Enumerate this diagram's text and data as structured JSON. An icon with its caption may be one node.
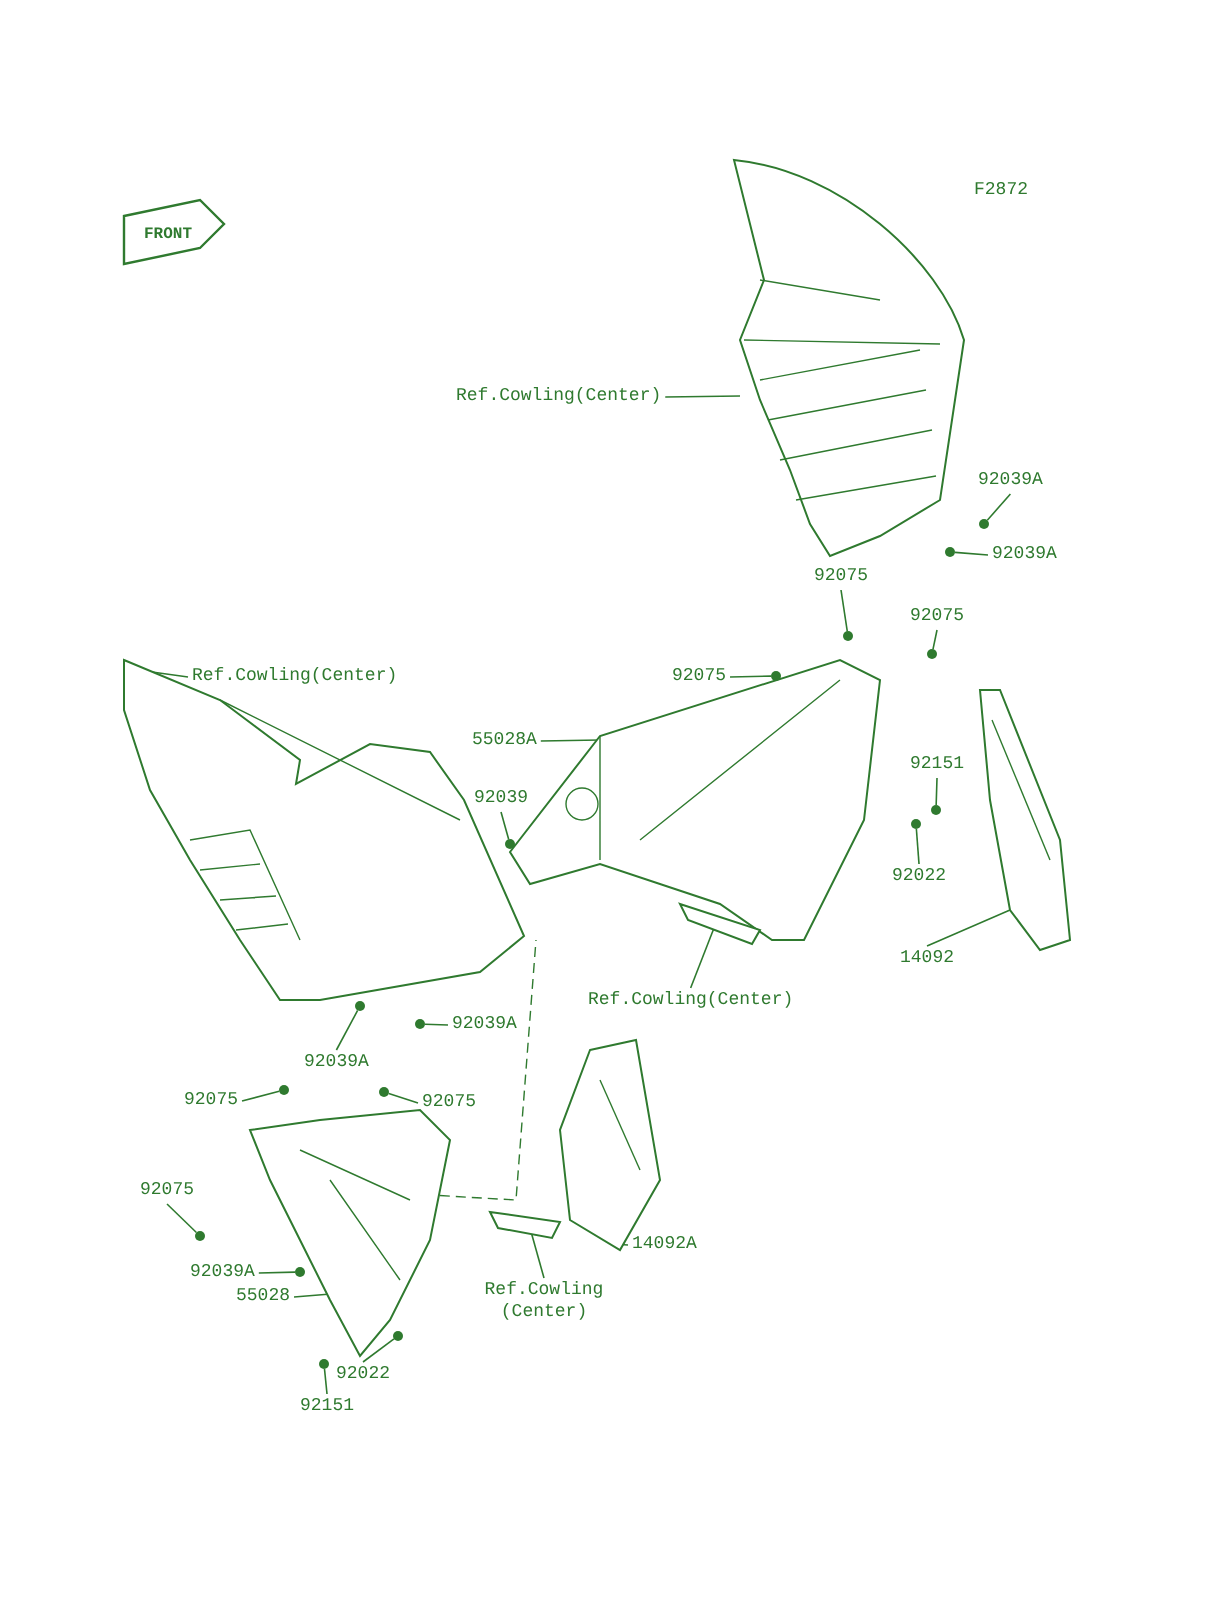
{
  "diagram": {
    "nodes": [
      {
        "text": [],
        "shape": "picture"
      },
      {
        "text": [],
        "shape": "picture"
      },
      {
        "text": [],
        "shape": "picture"
      },
      {
        "text": [],
        "shape": "picture"
      },
      {
        "text": [],
        "shape": "picture"
      },
      {
        "text": [],
        "shape": "picture"
      },
      {
        "text": [],
        "shape": "picture"
      },
      {
        "text": [],
        "shape": "picture"
      },
      {
        "text": [
          "Ref.Cowling(Center)"
        ]
      },
      {
        "text": [
          "92039A"
        ]
      },
      {
        "text": [
          "92039A"
        ]
      },
      {
        "text": [
          "92075"
        ]
      },
      {
        "text": [
          "92075"
        ]
      },
      {
        "text": [
          "92075"
        ]
      },
      {
        "text": [
          "55028A"
        ]
      },
      {
        "text": [
          "92039"
        ]
      },
      {
        "text": [
          "92151"
        ]
      },
      {
        "text": [
          "92022"
        ]
      },
      {
        "text": [
          "14092"
        ]
      },
      {
        "text": [
          "Ref.Cowling(Center)"
        ]
      },
      {
        "text": [
          "Ref.Cowling(Center)"
        ]
      },
      {
        "text": [
          "92039A"
        ]
      },
      {
        "text": [
          "92039A"
        ]
      },
      {
        "text": [
          "92075"
        ]
      },
      {
        "text": [
          "92075"
        ]
      },
      {
        "text": [
          "92075"
        ]
      },
      {
        "text": [
          "92039A"
        ]
      },
      {
        "text": [
          "55028"
        ]
      },
      {
        "text": [
          "14092A"
        ]
      },
      {
        "text": [
          "Ref.Cowling (Center)"
        ]
      },
      {
        "text": [
          "92022"
        ]
      },
      {
        "text": [
          "92151"
        ]
      },
      {
        "text": [],
        "shape": "circle"
      },
      {
        "text": [],
        "shape": "circle"
      },
      {
        "text": [],
        "shape": "circle"
      },
      {
        "text": [],
        "shape": "circle"
      },
      {
        "text": [],
        "shape": "circle"
      },
      {
        "text": [],
        "shape": "circle"
      },
      {
        "text": [],
        "shape": "circle"
      },
      {
        "text": [],
        "shape": "circle"
      },
      {
        "text": [],
        "shape": "circle"
      },
      {
        "text": [],
        "shape": "circle"
      },
      {
        "text": [],
        "shape": "circle"
      },
      {
        "text": [],
        "shape": "circle"
      },
      {
        "text": [],
        "shape": "circle"
      },
      {
        "text": [],
        "shape": "circle"
      },
      {
        "text": [],
        "shape": "circle"
      },
      {
        "text": [],
        "shape": "circle"
      }
    ],
    "edges": [
      {
        "from": 8,
        "to": 0,
        "arrow": "none"
      },
      {
        "from": 9,
        "to": 32,
        "arrow": "none"
      },
      {
        "from": 10,
        "to": 33,
        "arrow": "none"
      },
      {
        "from": 11,
        "to": 34,
        "arrow": "none"
      },
      {
        "from": 12,
        "to": 35,
        "arrow": "none"
      },
      {
        "from": 13,
        "to": 36,
        "arrow": "none"
      },
      {
        "from": 14,
        "to": 2,
        "arrow": "none"
      },
      {
        "from": 15,
        "to": 37,
        "arrow": "none"
      },
      {
        "from": 16,
        "to": 38,
        "arrow": "none"
      },
      {
        "from": 17,
        "to": 39,
        "arrow": "none"
      },
      {
        "from": 18,
        "to": 3,
        "arrow": "none"
      },
      {
        "from": 19,
        "to": 4,
        "arrow": "none"
      },
      {
        "from": 20,
        "to": 1,
        "arrow": "none"
      },
      {
        "from": 21,
        "to": 40,
        "arrow": "none"
      },
      {
        "from": 22,
        "to": 41,
        "arrow": "none"
      },
      {
        "from": 23,
        "to": 42,
        "arrow": "none"
      },
      {
        "from": 24,
        "to": 43,
        "arrow": "none"
      },
      {
        "from": 25,
        "to": 44,
        "arrow": "none"
      },
      {
        "from": 26,
        "to": 45,
        "arrow": "none"
      },
      {
        "from": 27,
        "to": 5,
        "arrow": "none"
      },
      {
        "from": 28,
        "to": 6,
        "arrow": "none"
      },
      {
        "from": 29,
        "to": 7,
        "arrow": "none"
      },
      {
        "from": 30,
        "to": 46,
        "arrow": "none"
      },
      {
        "from": 31,
        "to": 47,
        "arrow": "none"
      }
    ],
    "labels": [
      "F2872",
      "FRONT"
    ]
  }
}
